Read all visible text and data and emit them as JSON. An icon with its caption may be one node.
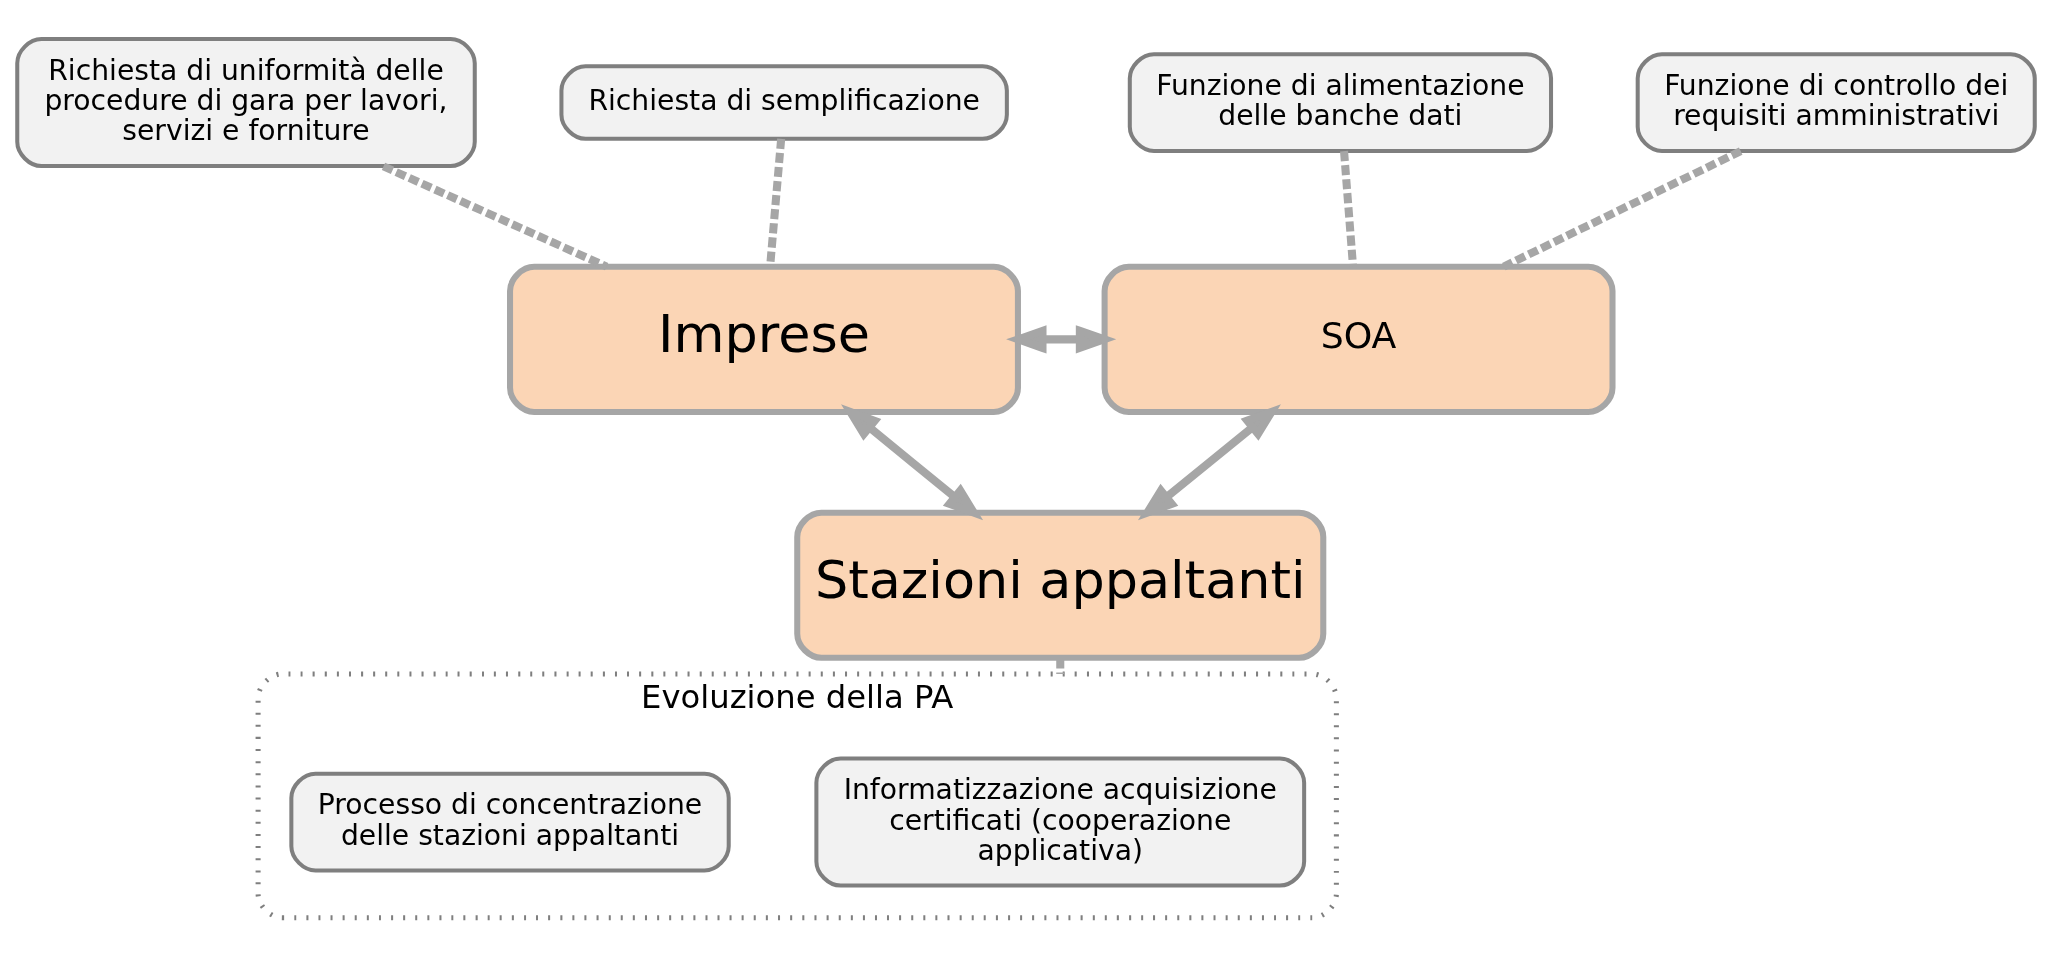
{
  "diagram": {
    "nodes": [
      {
        "text": [
          "Richiesta di uniformità delle procedure di gara per lavori, servizi e forniture"
        ]
      },
      {
        "text": [
          "Richiesta di semplificazione"
        ]
      },
      {
        "text": [
          "Funzione di alimentazione delle banche dati"
        ]
      },
      {
        "text": [
          "Funzione di controllo dei requisiti amministrativi"
        ]
      },
      {
        "text": [
          "Imprese"
        ]
      },
      {
        "text": [
          "SOA"
        ]
      },
      {
        "text": [
          "Evoluzione della PA"
        ]
      },
      {
        "text": [
          "Informatizzazione acquisizione certificati (cooperazione applicativa)"
        ],
        "in": 6
      },
      {
        "text": [
          "Processo di concentrazione delle stazioni appaltanti"
        ],
        "in": 6
      },
      {
        "text": [
          "Stazioni appaltanti"
        ]
      }
    ],
    "edges": [
      {
        "from": 0,
        "to": 4,
        "arrow": "none",
        "style": "dashed"
      },
      {
        "from": 1,
        "to": 4,
        "arrow": "none",
        "style": "dashed"
      },
      {
        "from": 2,
        "to": 5,
        "arrow": "none",
        "style": "dashed"
      },
      {
        "from": 3,
        "to": 5,
        "arrow": "none",
        "style": "dashed"
      },
      {
        "from": 4,
        "to": 5,
        "arrow": "both"
      },
      {
        "from": 4,
        "to": 9,
        "arrow": "both"
      },
      {
        "from": 5,
        "to": 9,
        "arrow": "both"
      },
      {
        "from": 9,
        "to": 6,
        "arrow": "none",
        "style": "dashed"
      }
    ]
  }
}
